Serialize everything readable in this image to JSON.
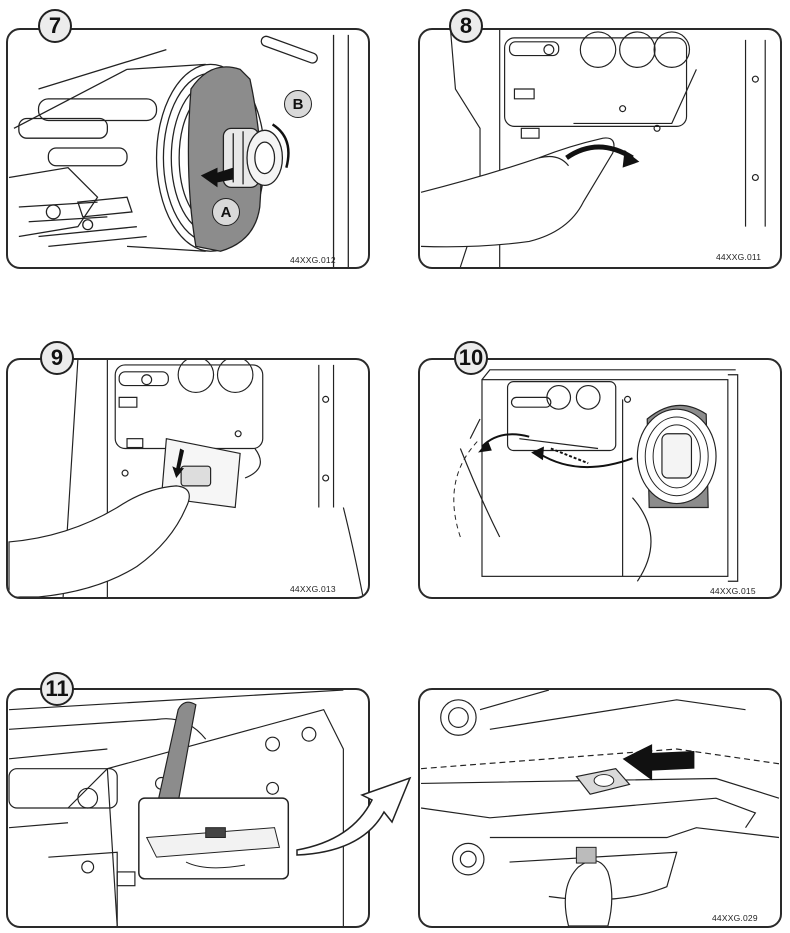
{
  "panels": [
    {
      "step": "7",
      "code": "44XXG.012",
      "callouts": [
        "A",
        "B"
      ]
    },
    {
      "step": "8",
      "code": "44XXG.011"
    },
    {
      "step": "9",
      "code": "44XXG.013"
    },
    {
      "step": "10",
      "code": "44XXG.015"
    },
    {
      "step": "11",
      "code": ""
    },
    {
      "step": "",
      "code": "44XXG.029"
    }
  ],
  "colors": {
    "ink": "#222222",
    "gray_fill": "#8c8c8c",
    "light_fill": "#d9d9d9",
    "badge_fill": "#ececec"
  }
}
